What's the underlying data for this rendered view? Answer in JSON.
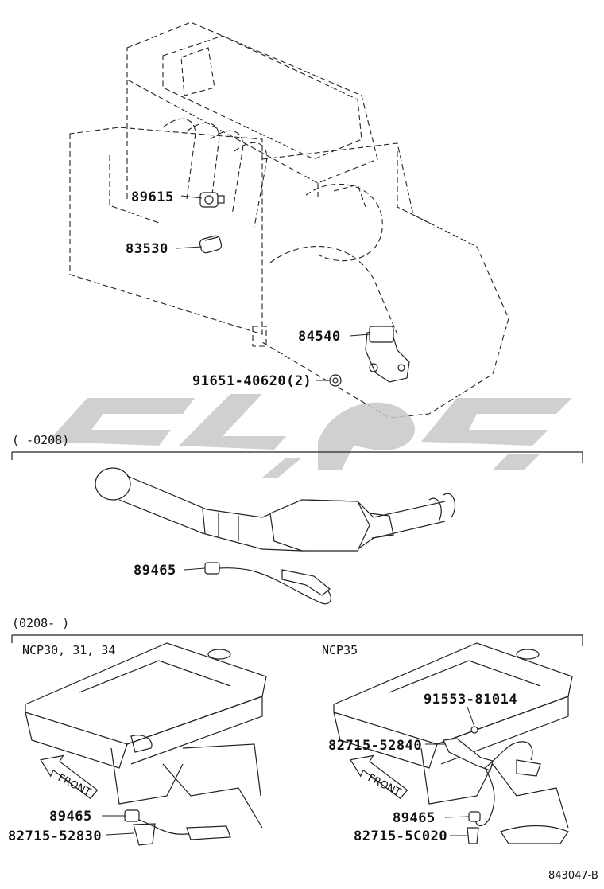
{
  "sections": {
    "early_range": "(      -0208)",
    "late_range": "(0208-      )",
    "late_left_model": "NCP30, 31, 34",
    "late_right_model": "NCP35"
  },
  "parts": {
    "p89615": "89615",
    "p83530": "83530",
    "p84540": "84540",
    "p91651": "91651-40620(2)",
    "p89465_early": "89465",
    "p89465_left": "89465",
    "p82715_left": "82715-52830",
    "p91553": "91553-81014",
    "p82715_right_a": "82715-52840",
    "p89465_right": "89465",
    "p82715_right_b": "82715-5C020"
  },
  "labels": {
    "front_left": "FRONT",
    "front_right": "FRONT"
  },
  "figure_code": "843047-B",
  "watermark_color": "#c8c8c8"
}
